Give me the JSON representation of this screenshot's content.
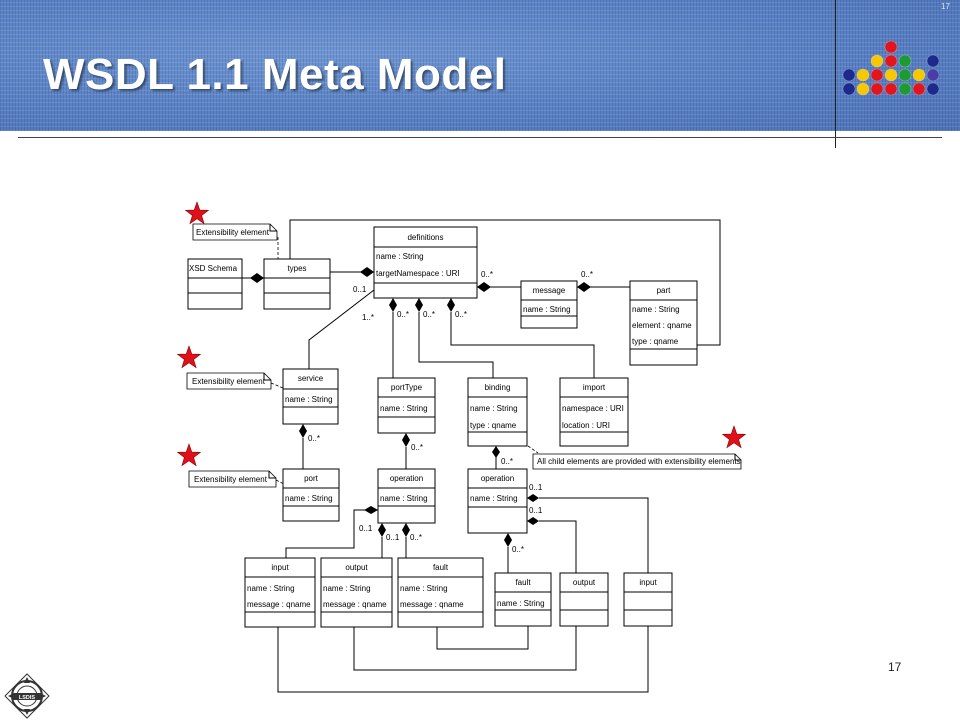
{
  "slide": {
    "title": "WSDL 1.1 Meta Model",
    "page_number": "17",
    "corner_mark": "17",
    "logo_text": "LSDIS"
  },
  "colors": {
    "header_blue": "#5a82c4",
    "dot_red": "#e2141c",
    "dot_yellow": "#f7c800",
    "dot_green": "#1e9a32",
    "dot_navy": "#1c2a8c",
    "dot_purple": "#4a3da8",
    "star_red": "#e0101a"
  },
  "dot_grid": {
    "rows": [
      [
        "",
        "",
        "",
        "red",
        "",
        "",
        "",
        ""
      ],
      [
        "",
        "",
        "yellow",
        "red",
        "green",
        "",
        "navy",
        ""
      ],
      [
        "navy",
        "yellow",
        "red",
        "yellow",
        "green",
        "yellow",
        "purple",
        ""
      ],
      [
        "navy",
        "yellow",
        "red",
        "red",
        "green",
        "red",
        "navy",
        ""
      ]
    ]
  },
  "diagram": {
    "classes": {
      "definitions": {
        "name": "definitions",
        "attrs": [
          "name : String",
          "targetNamespace : URI"
        ]
      },
      "types": {
        "name": "types",
        "attrs": []
      },
      "xsd_schema": {
        "name": "XSD Schema",
        "attrs": []
      },
      "message": {
        "name": "message",
        "attrs": [
          "name : String"
        ]
      },
      "part": {
        "name": "part",
        "attrs": [
          "name : String",
          "element : qname",
          "type : qname"
        ]
      },
      "service": {
        "name": "service",
        "attrs": [
          "name : String"
        ]
      },
      "porttype": {
        "name": "portType",
        "attrs": [
          "name : String"
        ]
      },
      "binding": {
        "name": "binding",
        "attrs": [
          "name : String",
          "type : qname"
        ]
      },
      "import": {
        "name": "import",
        "attrs": [
          "namespace : URI",
          "location : URI"
        ]
      },
      "port": {
        "name": "port",
        "attrs": [
          "name : String"
        ]
      },
      "pt_operation": {
        "name": "operation",
        "attrs": [
          "name : String"
        ]
      },
      "b_operation": {
        "name": "operation",
        "attrs": [
          "name : String"
        ]
      },
      "pt_input": {
        "name": "input",
        "attrs": [
          "name : String",
          "message : qname"
        ]
      },
      "pt_output": {
        "name": "output",
        "attrs": [
          "name : String",
          "message : qname"
        ]
      },
      "pt_fault": {
        "name": "fault",
        "attrs": [
          "name : String",
          "message : qname"
        ]
      },
      "b_fault": {
        "name": "fault",
        "attrs": [
          "name : String"
        ]
      },
      "b_output": {
        "name": "output",
        "attrs": []
      },
      "b_input": {
        "name": "input",
        "attrs": []
      }
    },
    "multiplicities": {
      "def_message": "0..*",
      "message_part": "0..*",
      "def_types": "0..1",
      "def_service": "1..*",
      "def_porttype": "0..*",
      "def_binding": "0..*",
      "def_import": "0..*",
      "service_port": "0..*",
      "porttype_operation": "0..*",
      "binding_operation": "0..*",
      "pt_input": "0..1",
      "pt_output": "0..1",
      "pt_fault": "0..*",
      "b_input": "0..1",
      "b_output": "0..1",
      "b_fault": "0..*"
    },
    "notes": {
      "extensibility_1": "Extensibility  element",
      "extensibility_2": "Extensibility  element",
      "extensibility_3": "Extensibility  element",
      "child_elements": "All child elements are  provided with extensibility elements"
    }
  }
}
